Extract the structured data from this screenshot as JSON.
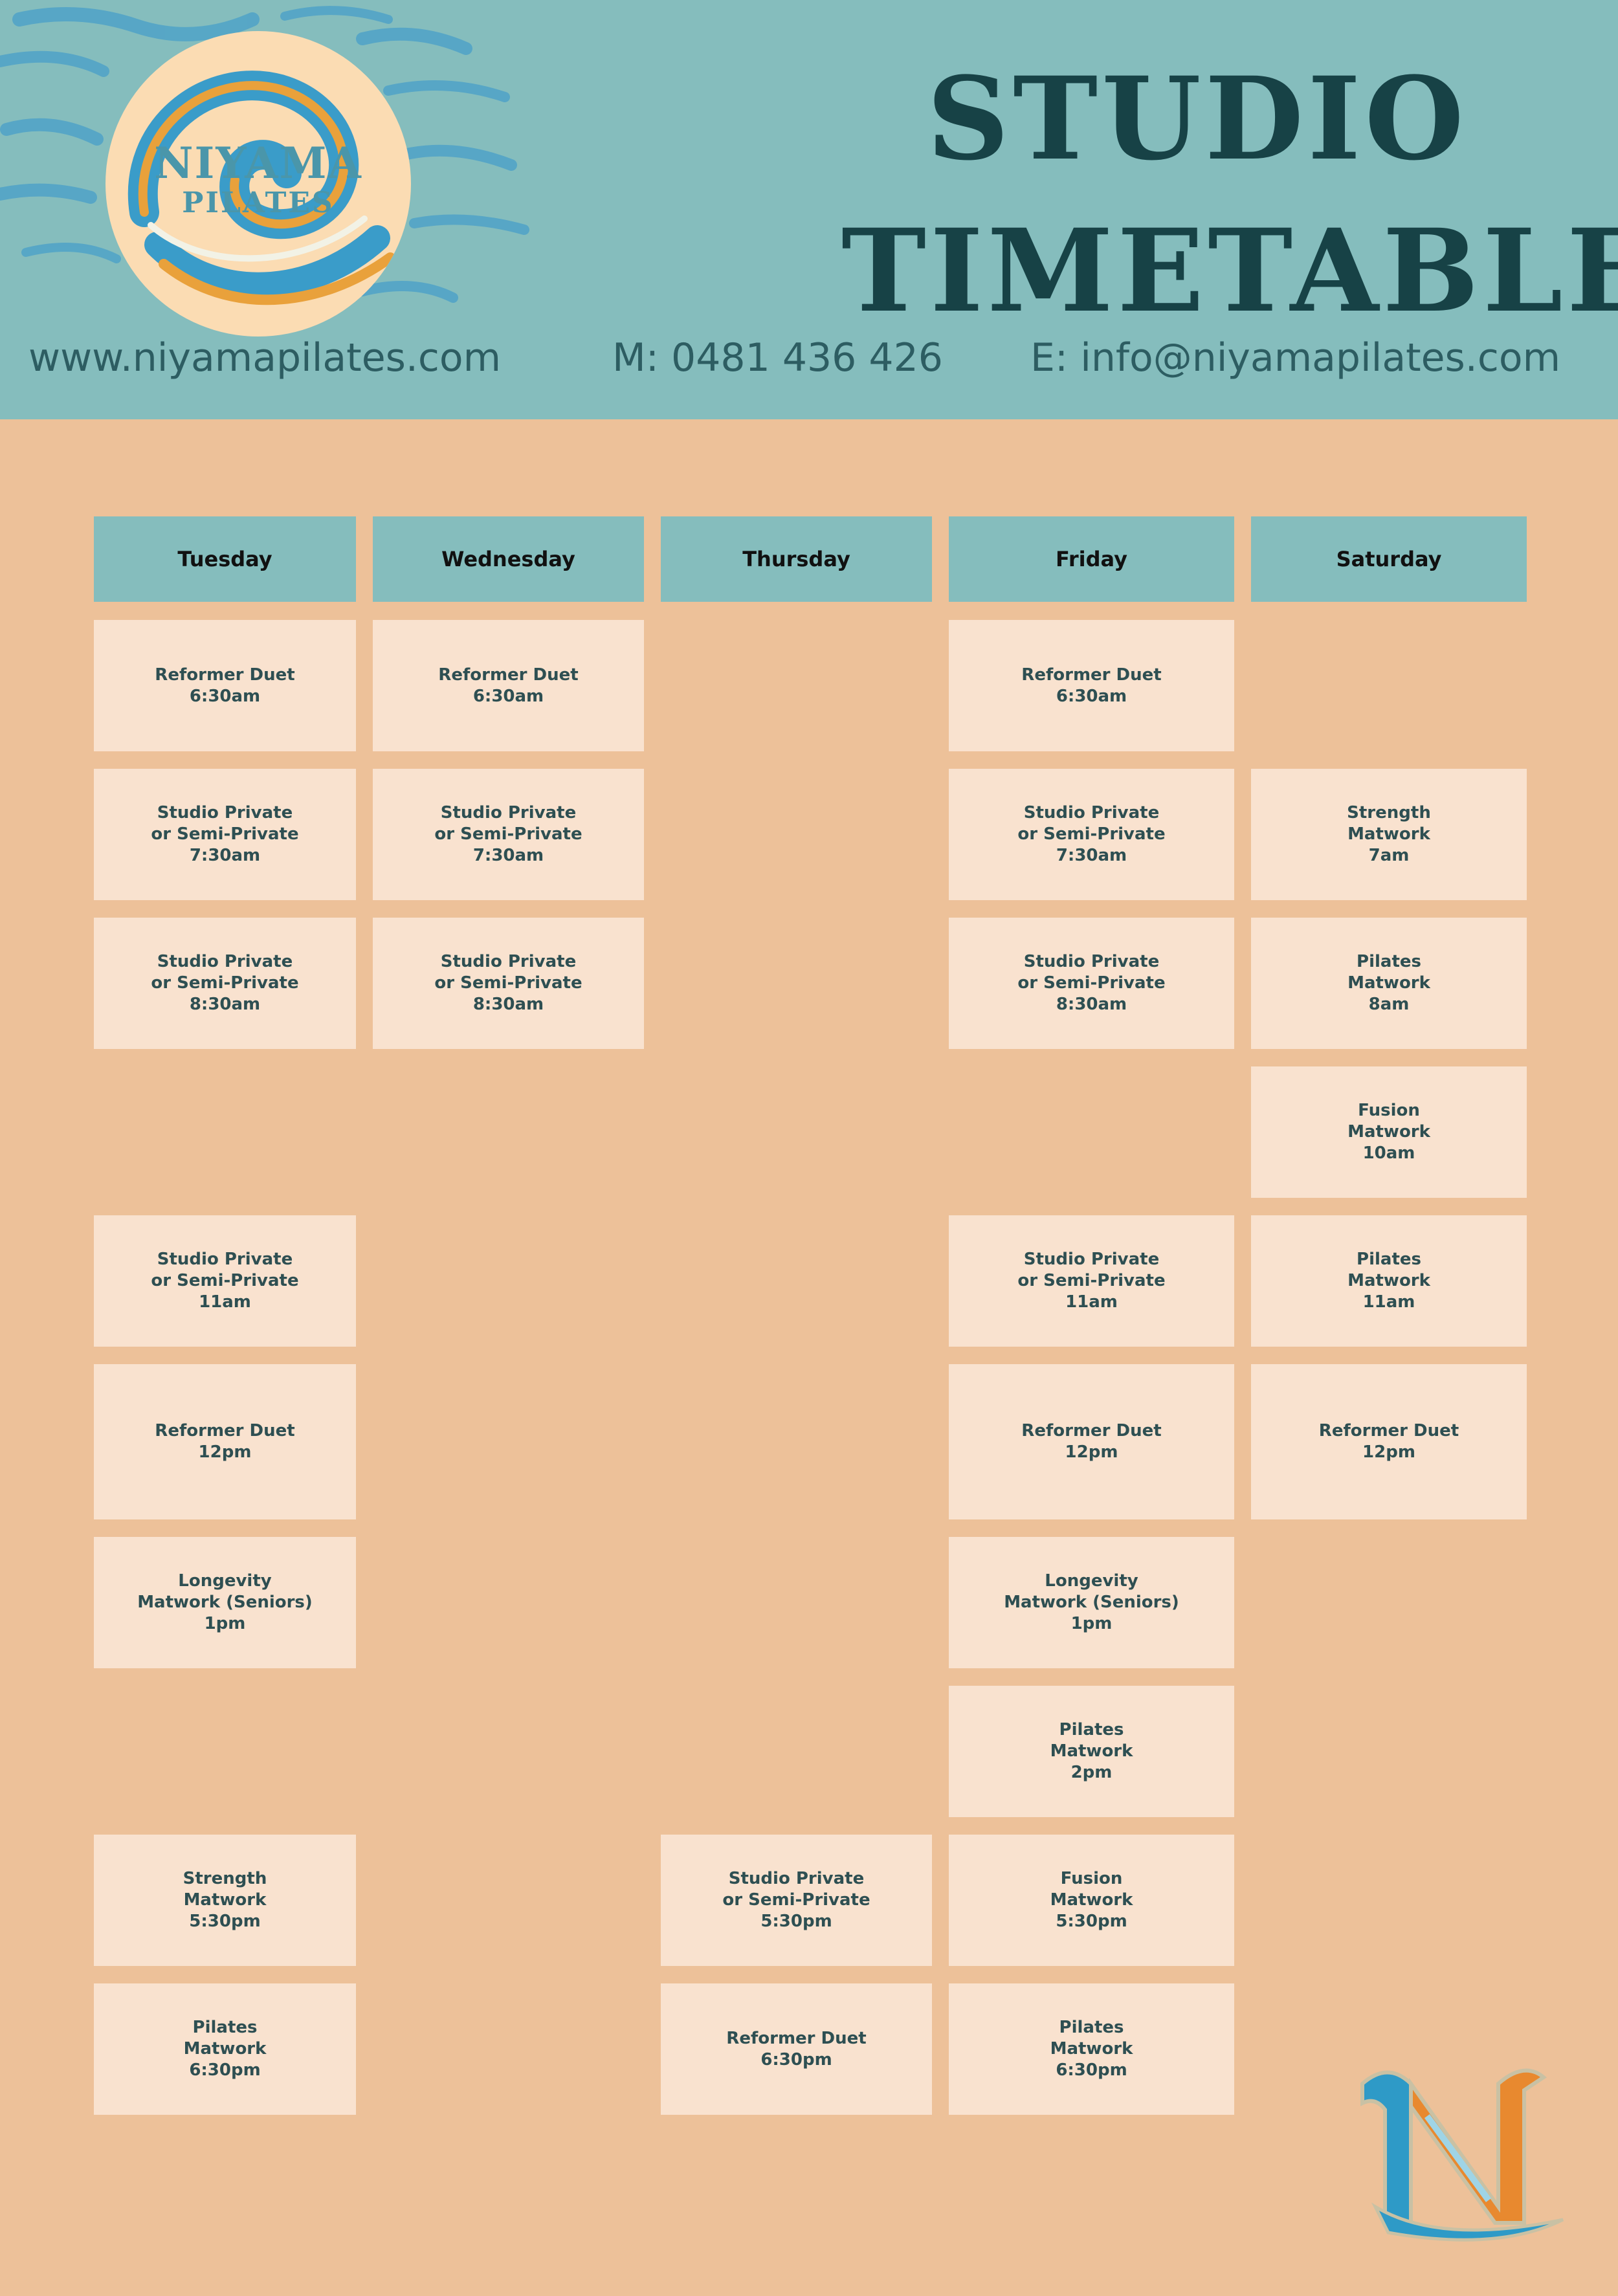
{
  "brand": {
    "name": "NIYAMA",
    "subtitle": "PILATES"
  },
  "title": {
    "line1": "STUDIO",
    "line2": "TIMETABLE"
  },
  "contact": {
    "website": "www.niyamapilates.com",
    "mobile": "M: 0481 436 426",
    "email": "E: info@niyamapilates.com"
  },
  "colors": {
    "header": "#85bdbd",
    "background": "#edc199",
    "cell": "#f9e2cf",
    "title": "#174246"
  },
  "timetable": {
    "days": [
      {
        "name": "Tuesday",
        "classes": [
          {
            "row": 0,
            "text": "Reformer Duet\n6:30am"
          },
          {
            "row": 1,
            "text": "Studio Private\nor Semi-Private\n7:30am"
          },
          {
            "row": 2,
            "text": "Studio Private\nor Semi-Private\n8:30am"
          },
          {
            "row": 4,
            "text": "Studio Private\nor Semi-Private\n11am"
          },
          {
            "row": 5,
            "text": "Reformer Duet\n12pm"
          },
          {
            "row": 6,
            "text": "Longevity\nMatwork (Seniors)\n1pm"
          },
          {
            "row": 8,
            "text": "Strength\nMatwork\n5:30pm"
          },
          {
            "row": 9,
            "text": "Pilates\nMatwork\n6:30pm"
          }
        ]
      },
      {
        "name": "Wednesday",
        "classes": [
          {
            "row": 0,
            "text": "Reformer Duet\n6:30am"
          },
          {
            "row": 1,
            "text": "Studio Private\nor Semi-Private\n7:30am"
          },
          {
            "row": 2,
            "text": "Studio Private\nor Semi-Private\n8:30am"
          }
        ]
      },
      {
        "name": "Thursday",
        "classes": [
          {
            "row": 8,
            "text": "Studio Private\nor Semi-Private\n5:30pm"
          },
          {
            "row": 9,
            "text": "Reformer Duet\n6:30pm"
          }
        ]
      },
      {
        "name": "Friday",
        "classes": [
          {
            "row": 0,
            "text": "Reformer Duet\n6:30am"
          },
          {
            "row": 1,
            "text": "Studio Private\nor Semi-Private\n7:30am"
          },
          {
            "row": 2,
            "text": "Studio Private\nor Semi-Private\n8:30am"
          },
          {
            "row": 4,
            "text": "Studio Private\nor Semi-Private\n11am"
          },
          {
            "row": 5,
            "text": "Reformer Duet\n12pm"
          },
          {
            "row": 6,
            "text": "Longevity\nMatwork (Seniors)\n1pm"
          },
          {
            "row": 7,
            "text": "Pilates\nMatwork\n2pm"
          },
          {
            "row": 8,
            "text": "Fusion\nMatwork\n5:30pm"
          },
          {
            "row": 9,
            "text": "Pilates\nMatwork\n6:30pm"
          }
        ]
      },
      {
        "name": "Saturday",
        "classes": [
          {
            "row": 1,
            "text": "Strength\nMatwork\n7am"
          },
          {
            "row": 2,
            "text": "Pilates\nMatwork\n8am"
          },
          {
            "row": 3,
            "text": "Fusion\nMatwork\n10am"
          },
          {
            "row": 4,
            "text": "Pilates\nMatwork\n11am"
          },
          {
            "row": 5,
            "text": "Reformer Duet\n12pm"
          }
        ]
      }
    ]
  }
}
